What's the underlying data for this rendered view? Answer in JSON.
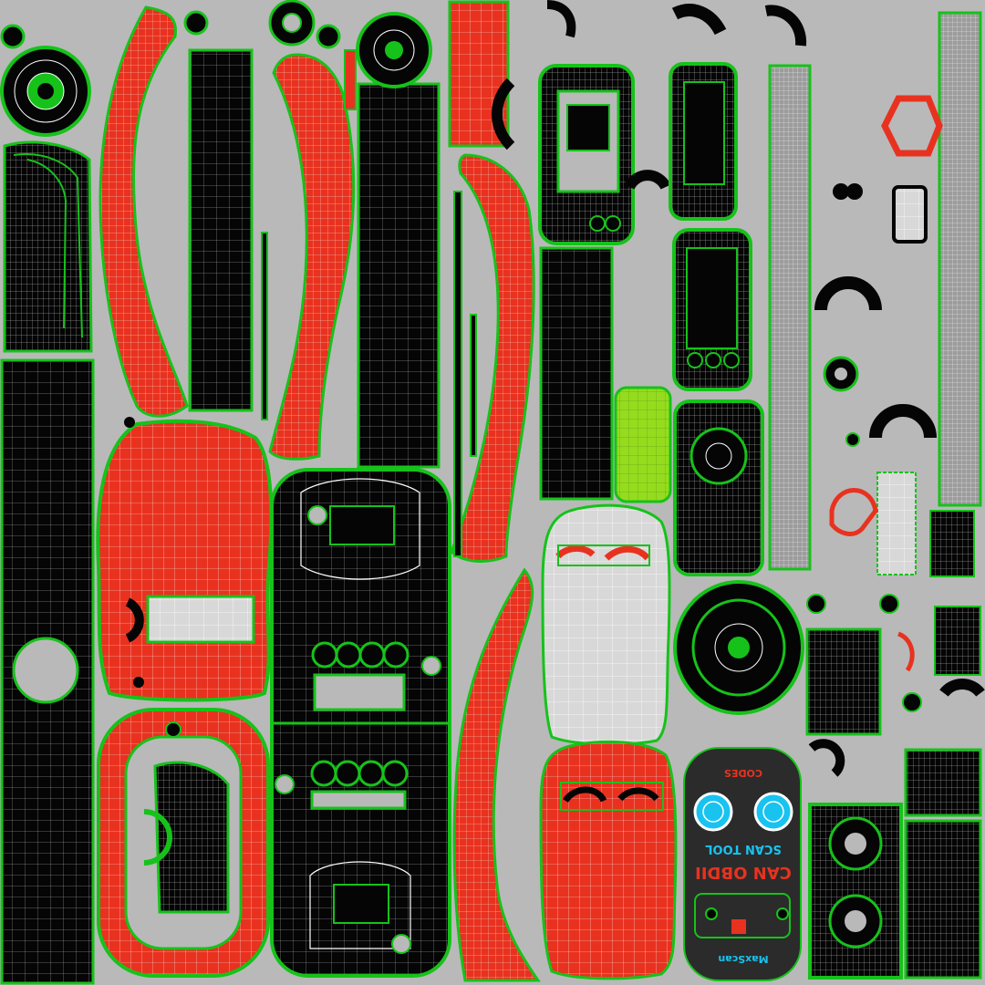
{
  "colors": {
    "background": "#b9b9b9",
    "shell_fill": "#e8321f",
    "dark_fill": "#050505",
    "light_fill": "#d8d8d8",
    "lime_fill": "#96dc1e",
    "outline": "#16c21a",
    "wire": "#ffffff",
    "dial_accent": "#19c3ef",
    "label_red": "#e8321f",
    "label_blue": "#19c3ef"
  },
  "label": {
    "title": "CAN OBDII",
    "subtitle": "SCAN TOOL",
    "brand": "MaxScan",
    "header": "CODES"
  }
}
